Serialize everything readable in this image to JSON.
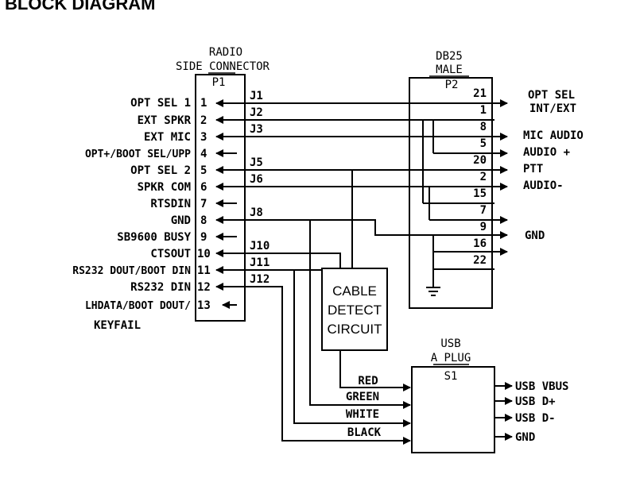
{
  "title": "BLOCK DIAGRAM",
  "p1": {
    "header_line1": "RADIO",
    "header_line2": "SIDE CONNECTOR",
    "ref": "P1",
    "pins": [
      {
        "num": "1",
        "label": "OPT SEL 1"
      },
      {
        "num": "2",
        "label": "EXT SPKR"
      },
      {
        "num": "3",
        "label": "EXT MIC"
      },
      {
        "num": "4",
        "label": "OPT+/BOOT SEL/UPP"
      },
      {
        "num": "5",
        "label": "OPT SEL 2"
      },
      {
        "num": "6",
        "label": "SPKR COM"
      },
      {
        "num": "7",
        "label": "RTSDIN"
      },
      {
        "num": "8",
        "label": "GND"
      },
      {
        "num": "9",
        "label": "SB9600 BUSY"
      },
      {
        "num": "10",
        "label": "CTSOUT"
      },
      {
        "num": "11",
        "label": "RS232 DOUT/BOOT DIN"
      },
      {
        "num": "12",
        "label": "RS232 DIN"
      },
      {
        "num": "13",
        "label": "LHDATA/BOOT DOUT/"
      }
    ],
    "pin13_line2": "KEYFAIL"
  },
  "jumpers": [
    "J1",
    "J2",
    "J3",
    "J5",
    "J6",
    "J8",
    "J10",
    "J11",
    "J12"
  ],
  "p2": {
    "header_line1": "DB25",
    "header_line2": "MALE",
    "ref": "P2",
    "pins": [
      "21",
      "1",
      "8",
      "5",
      "20",
      "2",
      "15",
      "7",
      "9",
      "16",
      "22"
    ]
  },
  "outputs": {
    "opt_sel": "OPT SEL",
    "int_ext": "INT/EXT",
    "mic_audio": "MIC AUDIO",
    "audio_plus": "AUDIO +",
    "ptt": "PTT",
    "audio_minus": "AUDIO-",
    "gnd": "GND"
  },
  "cable_detect": {
    "line1": "CABLE",
    "line2": "DETECT",
    "line3": "CIRCUIT"
  },
  "usb": {
    "header_line1": "USB",
    "header_line2": "A PLUG",
    "ref": "S1",
    "wires": [
      "RED",
      "GREEN",
      "WHITE",
      "BLACK"
    ],
    "outputs": [
      "USB VBUS",
      "USB D+",
      "USB D-",
      "GND"
    ]
  }
}
